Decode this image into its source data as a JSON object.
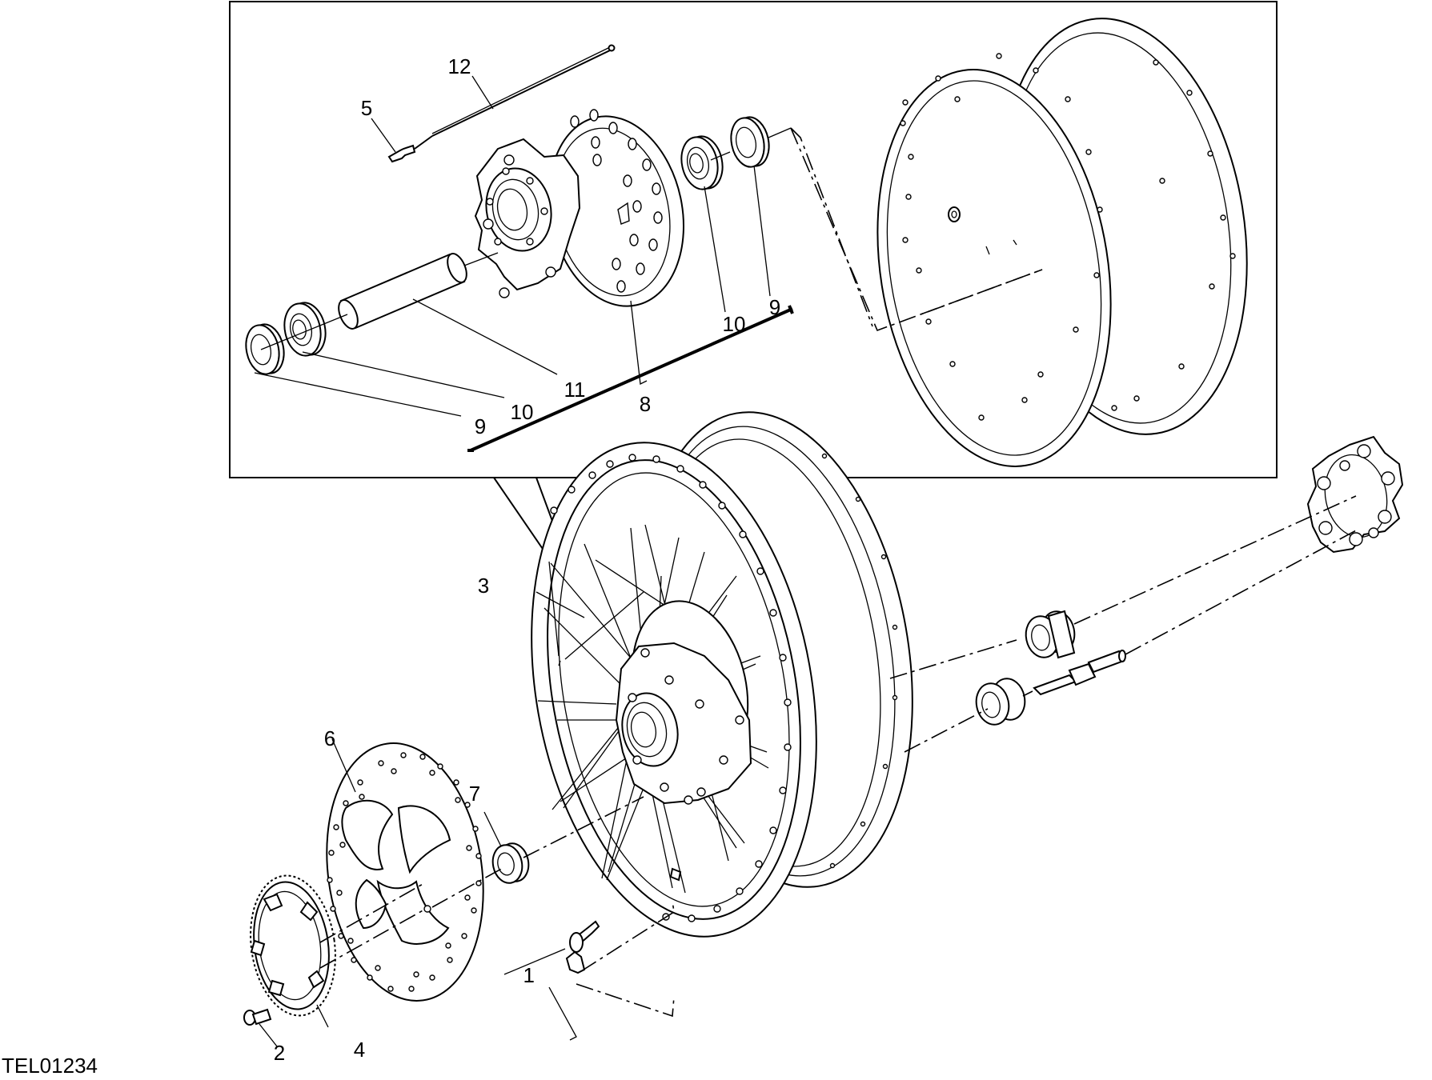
{
  "drawing": {
    "code": "TEL01234",
    "callouts": [
      {
        "id": "c1",
        "text": "1"
      },
      {
        "id": "c2",
        "text": "2"
      },
      {
        "id": "c3",
        "text": "3"
      },
      {
        "id": "c4",
        "text": "4"
      },
      {
        "id": "c5",
        "text": "5"
      },
      {
        "id": "c6",
        "text": "6"
      },
      {
        "id": "c7",
        "text": "7"
      },
      {
        "id": "c8",
        "text": "8"
      },
      {
        "id": "c9a",
        "text": "9"
      },
      {
        "id": "c9b",
        "text": "9"
      },
      {
        "id": "c10a",
        "text": "10"
      },
      {
        "id": "c10b",
        "text": "10"
      },
      {
        "id": "c11",
        "text": "11"
      },
      {
        "id": "c12",
        "text": "12"
      }
    ]
  }
}
